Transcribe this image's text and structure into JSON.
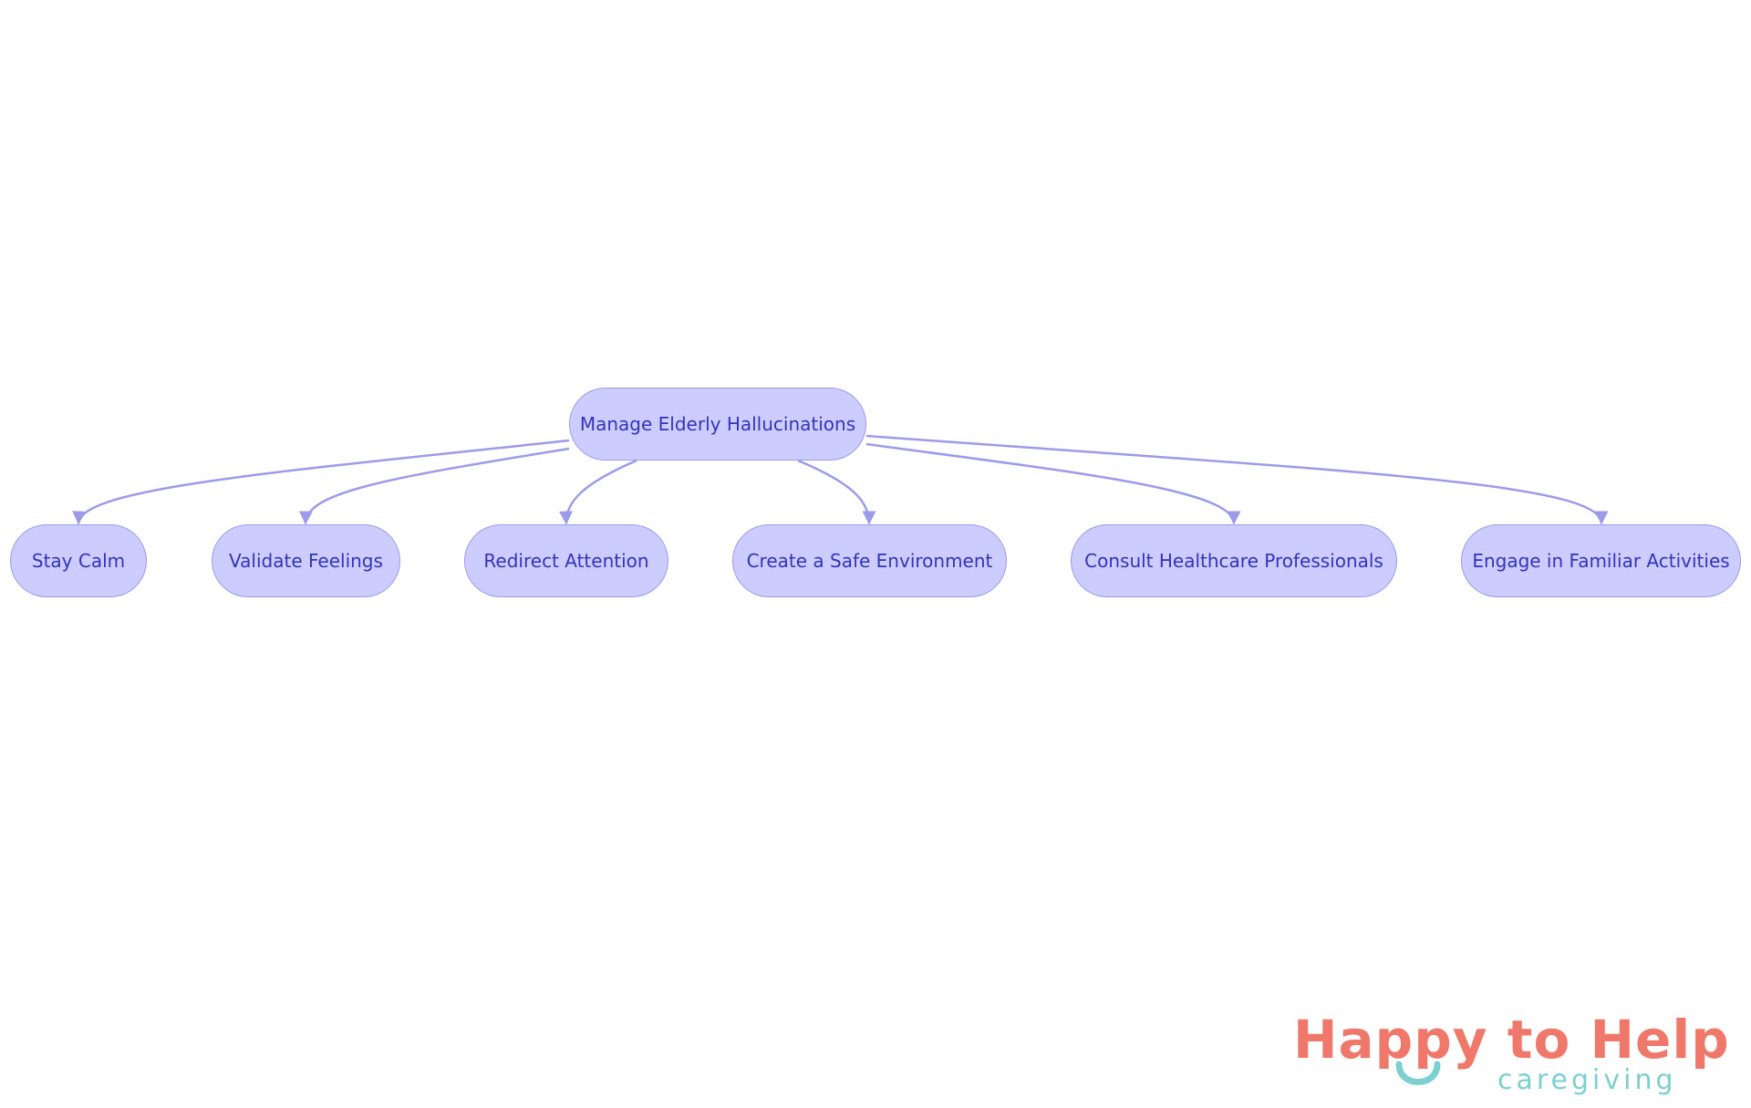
{
  "diagram": {
    "root": "Manage Elderly Hallucinations",
    "children": [
      "Stay Calm",
      "Validate Feelings",
      "Redirect Attention",
      "Create a Safe Environment",
      "Consult Healthcare Professionals",
      "Engage in Familiar Activities"
    ],
    "colors": {
      "node_fill": "#ccccff",
      "node_border": "#9b9bea",
      "node_text": "#3333bb",
      "edge": "#9b9bea"
    }
  },
  "logo": {
    "line1": "Happy to Help",
    "line2": "caregiving",
    "colors": {
      "primary": "#f0786a",
      "secondary": "#7ecfd0"
    }
  }
}
